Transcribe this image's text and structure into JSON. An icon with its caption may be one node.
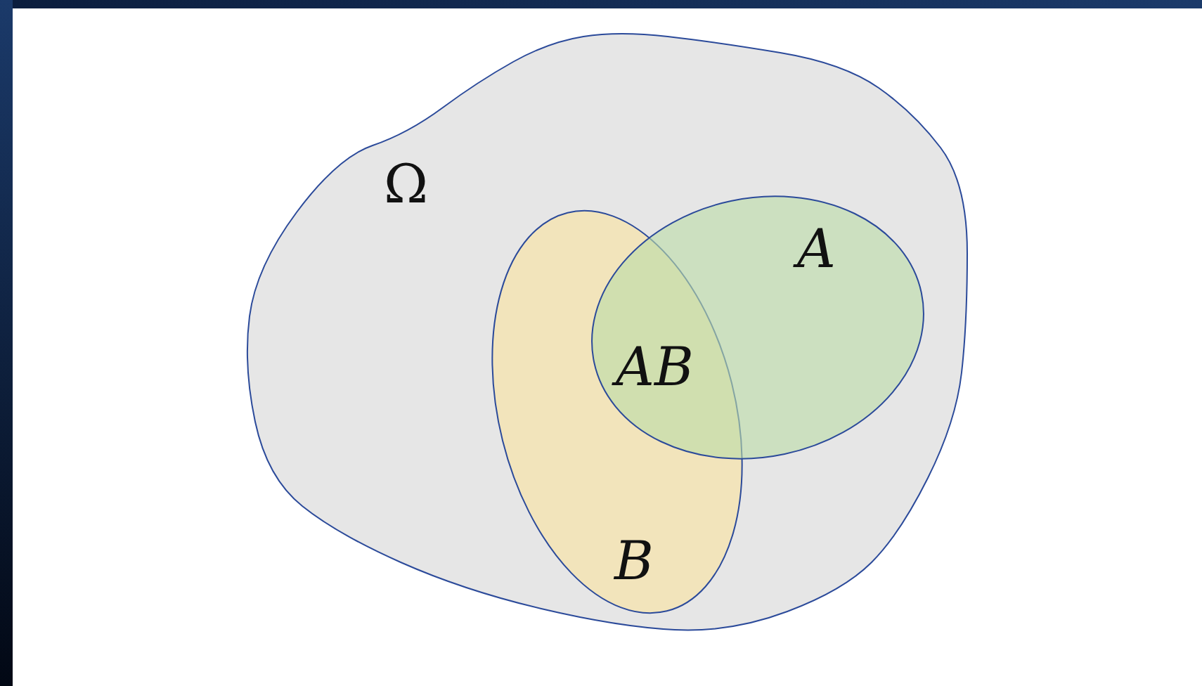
{
  "diagram": {
    "nodes": [
      {
        "text": [
          "Ω"
        ]
      },
      {
        "text": [
          "A"
        ],
        "in": 0
      },
      {
        "text": [
          "B"
        ],
        "in": 0
      }
    ],
    "labels": [
      "AB"
    ]
  }
}
